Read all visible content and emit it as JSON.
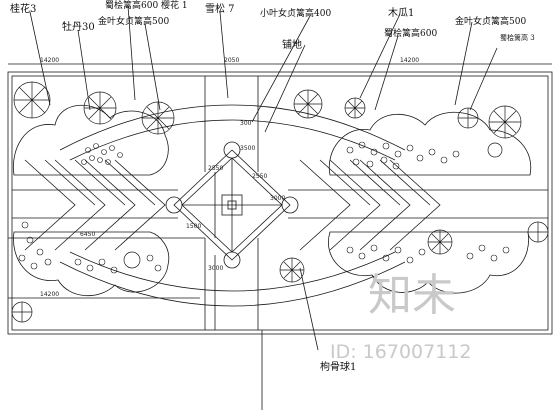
{
  "labels": {
    "guihua": "桂花3",
    "mudan": "牡丹30",
    "shujuan_yinghua": "蜀桧篱高600 樱花 1",
    "jinye_nuzhen_500": "金叶女贞篱高500",
    "xuesong": "雪松 7",
    "xiaoye_nuzhen": "小叶女贞篱高400",
    "pudi": "铺地",
    "mugua": "木瓜1",
    "shugui_600": "蜀桧篱高600",
    "jinye_nuzhen_right": "金叶女贞篱高500",
    "small_right": "蜀桧篱高 3",
    "gougu": "枸骨球1"
  },
  "dimensions": {
    "top_left": "14200",
    "top_mid": "2050",
    "top_right": "14200",
    "bottom_left": "14200",
    "mid_6450": "6450",
    "v_1500": "1500",
    "v_3000": "3000",
    "v_300_top": "300",
    "d_2550_a": "2550",
    "d_2550_b": "2550",
    "d_3500": "3500",
    "d_3000": "3000"
  },
  "watermark": {
    "logo_text": "知未",
    "id_text": "ID: 167007112"
  },
  "colors": {
    "line": "#1a1a1a",
    "watermark": "#c9c9c9"
  }
}
